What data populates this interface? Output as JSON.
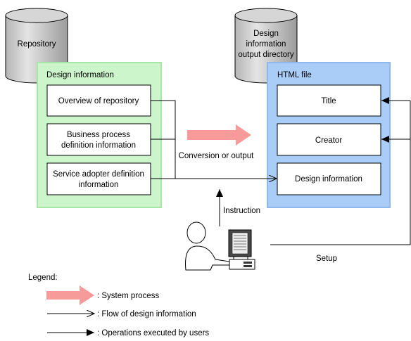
{
  "repository": {
    "label": "Repository"
  },
  "output_dir": {
    "label_lines": [
      "Design",
      "information",
      "output directory"
    ]
  },
  "design_info_panel": {
    "title": "Design information",
    "items": [
      {
        "lines": [
          "Overview of repository"
        ]
      },
      {
        "lines": [
          "Business process",
          "definition information"
        ]
      },
      {
        "lines": [
          "Service adopter definition",
          "information"
        ]
      }
    ]
  },
  "html_file_panel": {
    "title": "HTML file",
    "items": [
      {
        "lines": [
          "Title"
        ]
      },
      {
        "lines": [
          "Creator"
        ]
      },
      {
        "lines": [
          "Design information"
        ]
      }
    ]
  },
  "labels": {
    "conversion": "Conversion or output",
    "instruction": "Instruction",
    "setup": "Setup"
  },
  "legend": {
    "title": "Legend:",
    "items": [
      {
        "text": ": System process"
      },
      {
        "text": ": Flow of design information"
      },
      {
        "text": ": Operations executed by users"
      }
    ]
  },
  "colors": {
    "green_panel_fill": "#ccf5cc",
    "green_panel_border": "#a8e6a8",
    "blue_panel_fill": "#a9cdf7",
    "blue_panel_border": "#8fb7ea",
    "system_arrow": "#f79a9a",
    "cylinder_fill": "#c8c8c8"
  }
}
